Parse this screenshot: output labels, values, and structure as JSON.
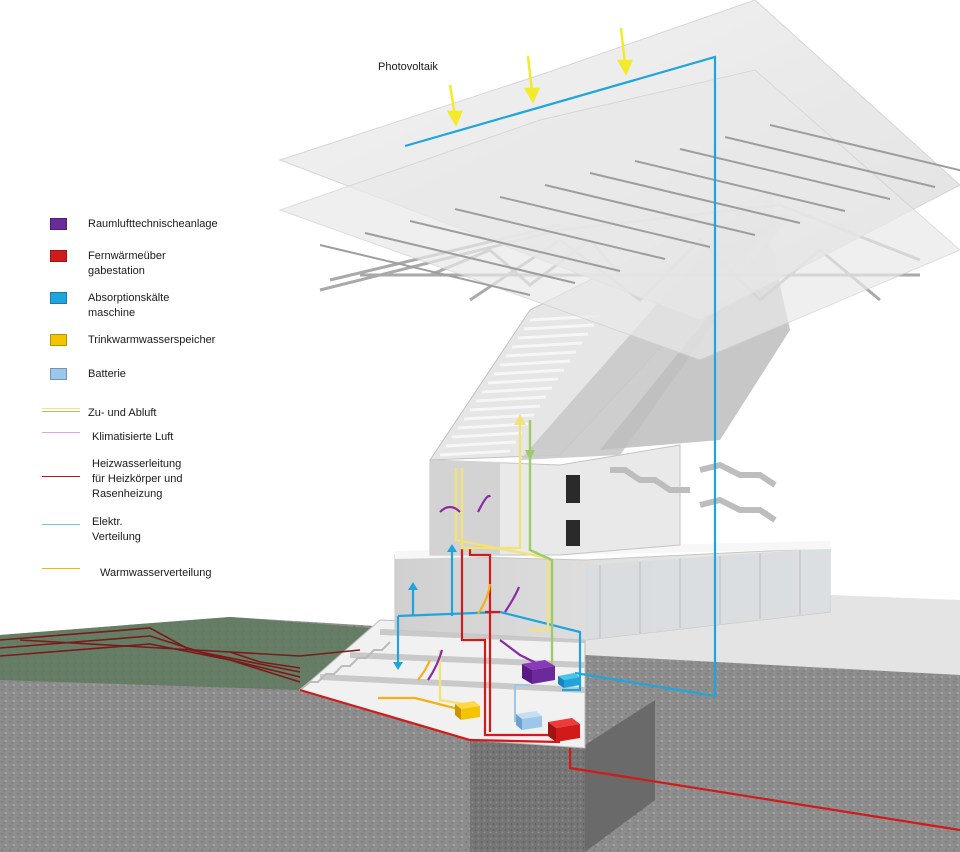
{
  "title_label": "Photovoltaik",
  "legend": {
    "swatches": [
      {
        "label": "Raumlufttechnischeanlage",
        "color": "#6a2a9a"
      },
      {
        "label": "Fernwärmeüber\ngabestation",
        "color": "#d11a1a"
      },
      {
        "label": "Absorptionskälte\nmaschine",
        "color": "#1ea6dc"
      },
      {
        "label": "Trinkwarmwasserspeicher",
        "color": "#f5c400"
      },
      {
        "label": "Batterie",
        "color": "#9cc6ea"
      }
    ],
    "lines": [
      {
        "label": "Zu- und Abluft",
        "colors": [
          "#f3e27a",
          "#9ecb6a"
        ]
      },
      {
        "label": "Klimatisierte Luft",
        "colors": [
          "#d9a6e6"
        ]
      },
      {
        "label": "Heizwasserleitung\nfür Heizkörper und\nRasenheizung",
        "colors": [
          "#b01818"
        ]
      },
      {
        "label": "Elektr.\nVerteilung",
        "colors": [
          "#6cc6ee"
        ]
      },
      {
        "label": "Warmwasserverteilung",
        "colors": [
          "#f2b114"
        ]
      }
    ]
  }
}
